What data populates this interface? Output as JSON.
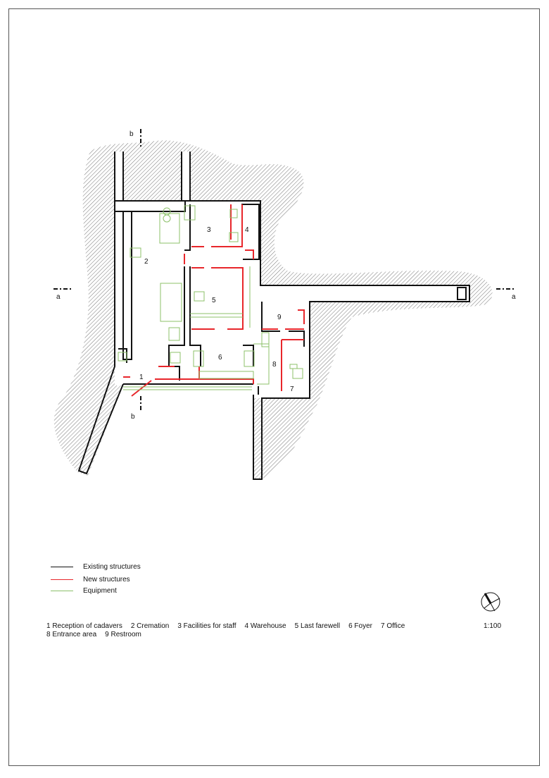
{
  "plan": {
    "room_numbers": [
      "1",
      "2",
      "3",
      "4",
      "5",
      "6",
      "7",
      "8",
      "9"
    ],
    "section_a": "a",
    "section_b": "b"
  },
  "legend": [
    {
      "label": "Existing structures",
      "color": "#111111"
    },
    {
      "label": "New structures",
      "color": "#e8262b"
    },
    {
      "label": "Equipment",
      "color": "#8cc06a"
    }
  ],
  "rooms_line1": [
    "1 Reception of cadavers",
    "2 Cremation",
    "3 Facilities for staff",
    "4 Warehouse",
    "5 Last farewell",
    "6 Foyer",
    "7 Office"
  ],
  "rooms_line2": [
    "8 Entrance area",
    "9 Restroom"
  ],
  "scale": "1:100",
  "colors": {
    "existing": "#111111",
    "new": "#e8262b",
    "equipment": "#8cc06a",
    "hatch": "#777777"
  }
}
